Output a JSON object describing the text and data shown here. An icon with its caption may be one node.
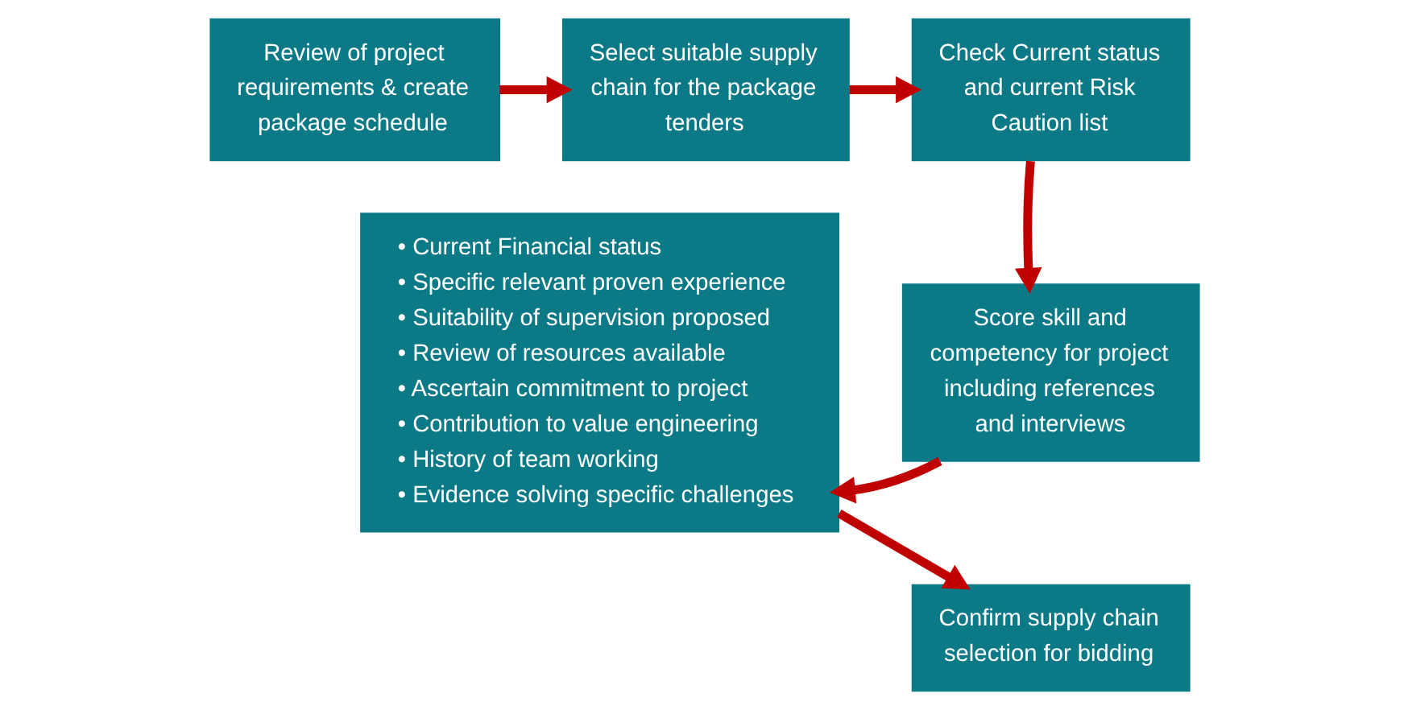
{
  "diagram": {
    "nodes": [
      {
        "text": [
          "Review of project requirements & create package schedule"
        ]
      },
      {
        "text": [
          "Select suitable supply chain for the package tenders"
        ]
      },
      {
        "text": [
          "Check Current status and current Risk Caution list"
        ]
      },
      {
        "text": [
          "Score skill and competency for project including references and interviews"
        ]
      },
      {
        "text": [
          "• Current Financial status",
          "• Specific relevant proven experience",
          "• Suitability of supervision proposed",
          "• Review of resources available",
          "• Ascertain commitment to project",
          "• Contribution to value engineering",
          "• History of team working",
          "• Evidence solving specific challenges"
        ]
      },
      {
        "text": [
          "Confirm supply chain selection for bidding"
        ]
      }
    ],
    "edges": [
      {
        "from": 0,
        "to": 1,
        "arrow": "to"
      },
      {
        "from": 1,
        "to": 2,
        "arrow": "to"
      },
      {
        "from": 2,
        "to": 3,
        "arrow": "to"
      },
      {
        "from": 3,
        "to": 4,
        "arrow": "to"
      },
      {
        "from": 4,
        "to": 5,
        "arrow": "to"
      }
    ]
  }
}
